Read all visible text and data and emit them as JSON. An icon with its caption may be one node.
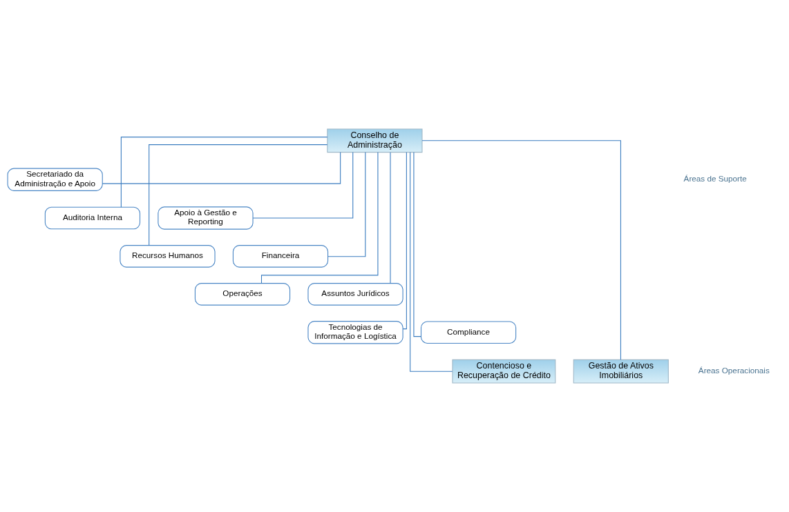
{
  "diagram": {
    "nodes": [
      {
        "text": [
          "Conselho de Administração"
        ]
      },
      {
        "text": [
          "Secretariado da Administração e Apoio"
        ]
      },
      {
        "text": [
          "Auditoria Interna"
        ]
      },
      {
        "text": [
          "Apoio à Gestão e Reporting"
        ]
      },
      {
        "text": [
          "Recursos Humanos"
        ]
      },
      {
        "text": [
          "Financeira"
        ]
      },
      {
        "text": [
          "Operações"
        ]
      },
      {
        "text": [
          "Assuntos Jurídicos"
        ]
      },
      {
        "text": [
          "Tecnologias de Informação e Logística"
        ]
      },
      {
        "text": [
          "Compliance"
        ]
      },
      {
        "text": [
          "Contencioso e Recuperação de Crédito"
        ]
      },
      {
        "text": [
          "Gestão de Ativos Imobiliários"
        ]
      }
    ],
    "edges": [
      {
        "from": 0,
        "to": 1,
        "arrow": "none"
      },
      {
        "from": 0,
        "to": 2,
        "arrow": "none"
      },
      {
        "from": 0,
        "to": 3,
        "arrow": "none"
      },
      {
        "from": 0,
        "to": 4,
        "arrow": "none"
      },
      {
        "from": 0,
        "to": 5,
        "arrow": "none"
      },
      {
        "from": 0,
        "to": 6,
        "arrow": "none"
      },
      {
        "from": 0,
        "to": 7,
        "arrow": "none"
      },
      {
        "from": 0,
        "to": 8,
        "arrow": "none"
      },
      {
        "from": 0,
        "to": 9,
        "arrow": "none"
      },
      {
        "from": 0,
        "to": 10,
        "arrow": "none"
      },
      {
        "from": 0,
        "to": 11,
        "arrow": "none"
      }
    ],
    "labels": [
      "Áreas de Suporte",
      "Áreas Operacionais"
    ]
  }
}
